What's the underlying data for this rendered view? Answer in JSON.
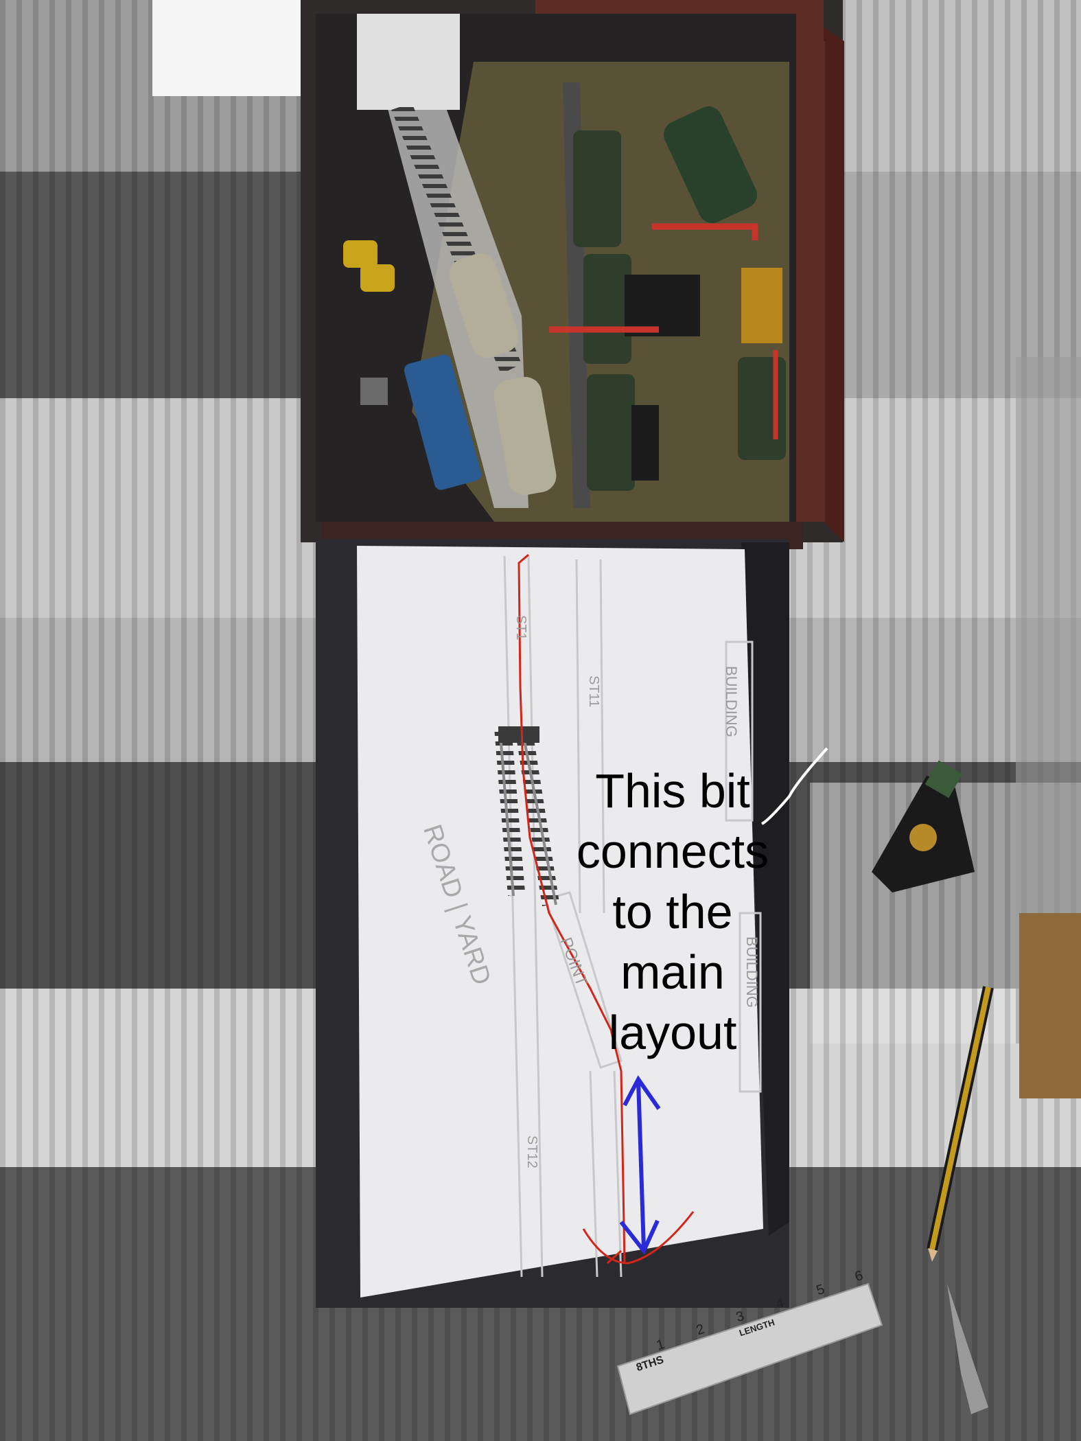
{
  "photo": {
    "subject": "n-gauge-model-railway-layout"
  },
  "annotation": {
    "lines": [
      "This bit",
      "connects",
      "to the",
      "main",
      "layout"
    ],
    "text_color": "#000000",
    "arrow_color": "#2a2ad8",
    "track_line_color": "#d2261b"
  },
  "board_labels": {
    "track_1": "ST1",
    "track_2": "ST11",
    "track_3": "ST12",
    "building_top": "BUILDING",
    "building_bottom": "BUILDING",
    "point": "POINT",
    "road_yard": "ROAD | YARD"
  },
  "ruler": {
    "unit_label": "8THS",
    "length_label": "LENGTH",
    "numbers": [
      "1",
      "2",
      "3",
      "4",
      "5",
      "6"
    ]
  },
  "colors": {
    "blanket_light": "#d8d8d8",
    "blanket_dark": "#4a4a4a",
    "paper": "#efeff1",
    "board": "#2b2a2e",
    "diorama_frame": "#5a2a22"
  }
}
